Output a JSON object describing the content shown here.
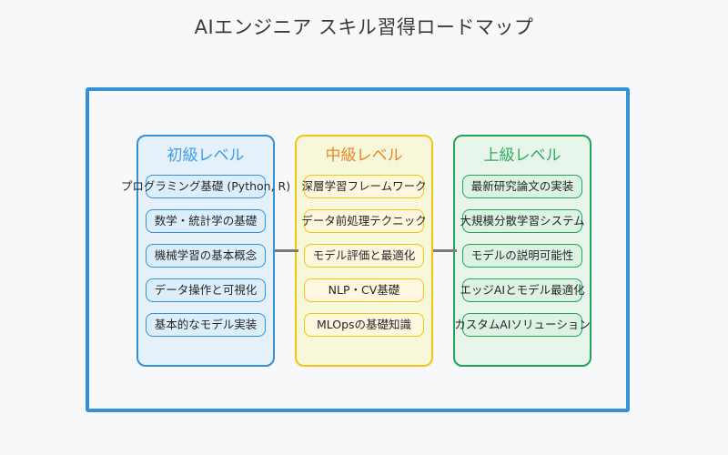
{
  "page": {
    "title": "AIエンジニア スキル習得ロードマップ",
    "background_color": "#f7f8fa",
    "frame_color": "#3691d4"
  },
  "roadmap": {
    "columns": [
      {
        "header": "初級レベル",
        "accent_color": "#3f9ce2",
        "border_color": "#3691d4",
        "card_background": "#e4f1fa",
        "items": [
          "プログラミング基礎 (Python, R)",
          "数学・統計学の基礎",
          "機械学習の基本概念",
          "データ操作と可視化",
          "基本的なモデル実装"
        ]
      },
      {
        "header": "中級レベル",
        "accent_color": "#e8862a",
        "border_color": "#f2c513",
        "card_background": "#f7f7da",
        "items": [
          "深層学習フレームワーク",
          "データ前処理テクニック",
          "モデル評価と最適化",
          "NLP・CV基礎",
          "MLOpsの基礎知識"
        ]
      },
      {
        "header": "上級レベル",
        "accent_color": "#2ead63",
        "border_color": "#22a356",
        "card_background": "#e8f5ea",
        "items": [
          "最新研究論文の実装",
          "大規模分散学習システム",
          "モデルの説明可能性",
          "エッジAIとモデル最適化",
          "カスタムAIソリューション"
        ]
      }
    ],
    "connectors": [
      {
        "from": "初級レベル",
        "to": "中級レベル",
        "color": "#7b7b7b"
      },
      {
        "from": "中級レベル",
        "to": "上級レベル",
        "color": "#7b7b7b"
      }
    ]
  }
}
